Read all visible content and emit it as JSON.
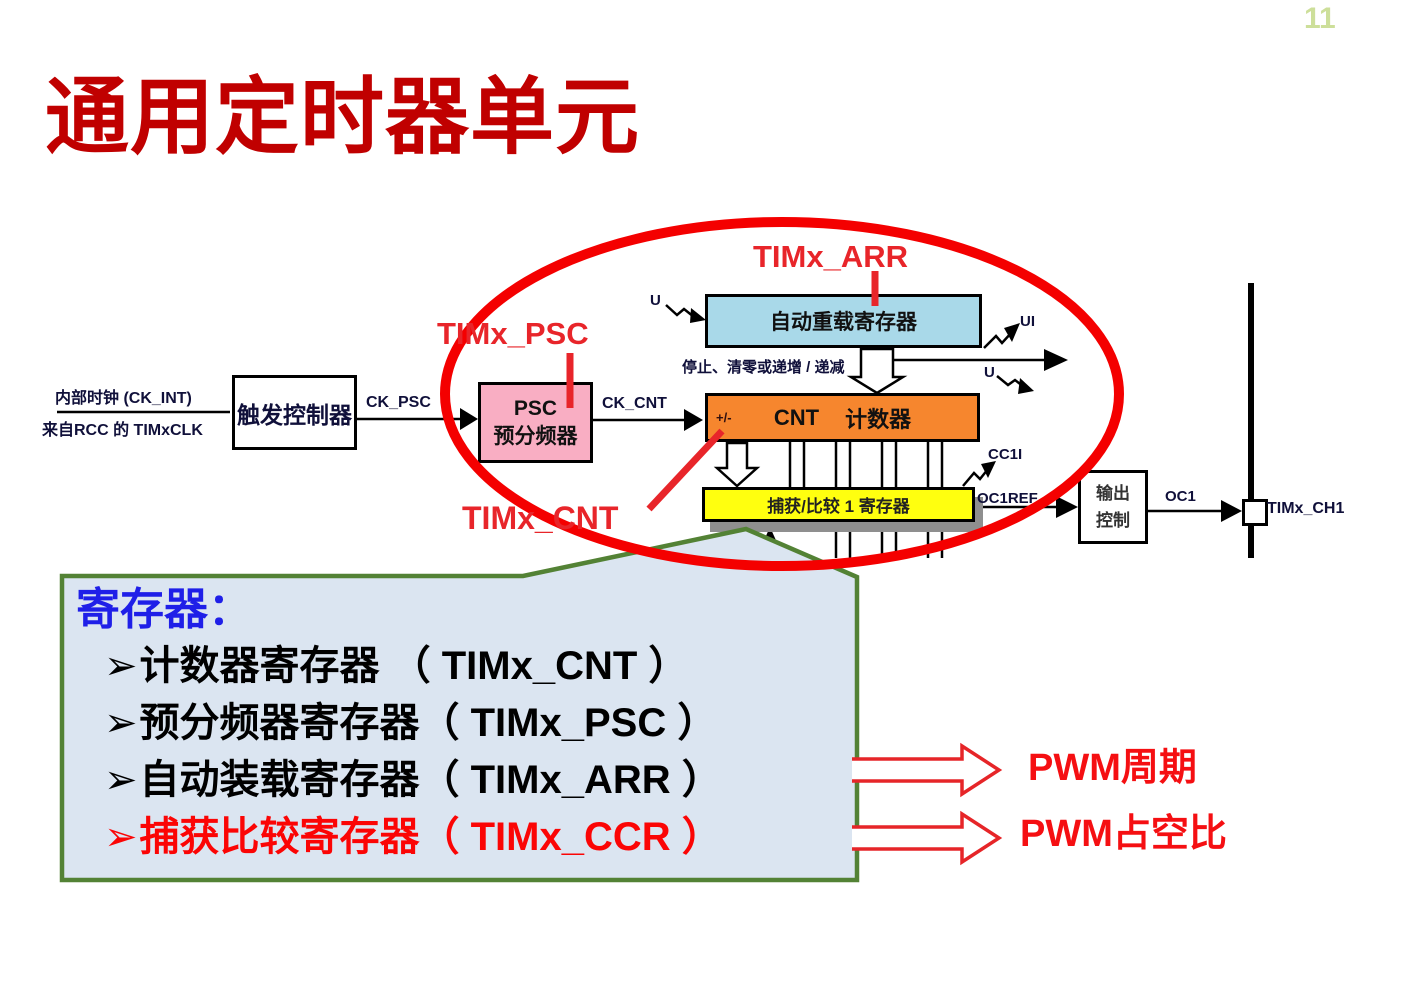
{
  "slide": {
    "page_number": "11",
    "title": "通用定时器单元"
  },
  "diagram": {
    "internal_clock_line1": "内部时钟 (CK_INT)",
    "internal_clock_line2": "来自RCC 的 TIMxCLK",
    "trigger_controller": "触发控制器",
    "signal_ck_psc": "CK_PSC",
    "psc_title": "PSC",
    "psc_subtitle": "预分频器",
    "signal_ck_cnt": "CK_CNT",
    "cnt_sign": "+/-",
    "cnt_title": "CNT",
    "cnt_suffix": "计数器",
    "arr_title": "自动重载寄存器",
    "stop_clear_label": "停止、清零或递增 / 递减",
    "event_u_left": "U",
    "event_ui": "UI",
    "event_u_right": "U",
    "capture_compare_title": "捕获/比较 1 寄存器",
    "signal_cc1i": "CC1I",
    "signal_oc1ref": "OC1REF",
    "output_control_line1": "输出",
    "output_control_line2": "控制",
    "signal_oc1": "OC1",
    "pin_label": "TIMx_CH1"
  },
  "annotations": {
    "reg_psc": "TIMx_PSC",
    "reg_arr": "TIMx_ARR",
    "reg_cnt": "TIMx_CNT",
    "pwm_period": "PWM周期",
    "pwm_duty": "PWM占空比"
  },
  "callout": {
    "heading": "寄存器：",
    "bullet": "➢",
    "items": [
      "计数器寄存器 （ TIMx_CNT ）",
      "预分频器寄存器（ TIMx_PSC ）",
      "自动装载寄存器（ TIMx_ARR ）",
      "捕获比较寄存器（ TIMx_CCR ）"
    ]
  },
  "colors": {
    "title_red": "#C00000",
    "annotation_red": "#E8252A",
    "ellipse_red": "#F40000",
    "pwm_text_red": "#F50F12",
    "psc_fill": "#F9AEC3",
    "arr_fill": "#A9D9E9",
    "cnt_fill": "#F6862E",
    "capture_fill": "#FFFF0F",
    "callout_bg": "#DBE5F1",
    "callout_border": "#538235",
    "heading_blue": "#1F1FE8",
    "page_number_green": "#CDDF9A"
  }
}
